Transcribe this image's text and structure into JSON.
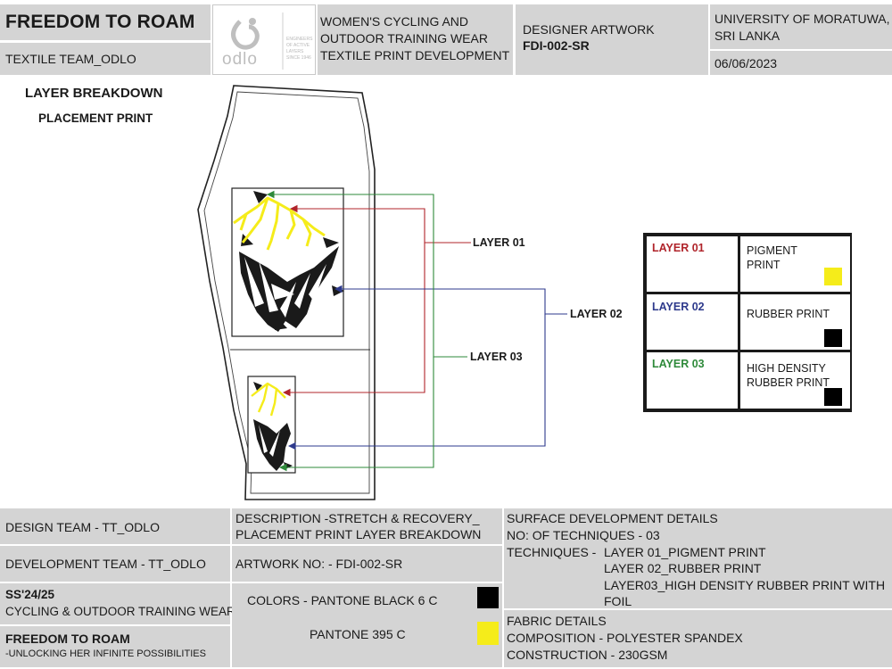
{
  "header": {
    "title": "FREEDOM TO ROAM",
    "team": "TEXTILE TEAM_ODLO",
    "brand_logo": "odlo",
    "brand_tagline": [
      "ENGINEERS",
      "OF ACTIVE",
      "LAYERS",
      "SINCE 1946"
    ],
    "project_lines": [
      "WOMEN'S CYCLING AND",
      "OUTDOOR TRAINING WEAR",
      "TEXTILE PRINT DEVELOPMENT"
    ],
    "doc_type": "DESIGNER ARTWORK",
    "doc_code": "FDI-002-SR",
    "university_lines": [
      "UNIVERSITY OF MORATUWA,",
      "SRI LANKA"
    ],
    "date": "06/06/2023"
  },
  "section": {
    "title": "LAYER BREAKDOWN",
    "subtitle": "PLACEMENT PRINT"
  },
  "callouts": {
    "layer01": "LAYER 01",
    "layer02": "LAYER 02",
    "layer03": "LAYER 03"
  },
  "legend": [
    {
      "layer": "LAYER 01",
      "desc_lines": [
        "PIGMENT",
        "PRINT"
      ],
      "layer_color": "#b0242b",
      "swatch": "#f5ec1a"
    },
    {
      "layer": "LAYER 02",
      "desc_lines": [
        "RUBBER PRINT"
      ],
      "layer_color": "#2e3a8c",
      "swatch": "#000000"
    },
    {
      "layer": "LAYER 03",
      "desc_lines": [
        "HIGH DENSITY",
        "RUBBER PRINT"
      ],
      "layer_color": "#2e8a3a",
      "swatch": "#000000"
    }
  ],
  "footer": {
    "design_team": "DESIGN TEAM - TT_ODLO",
    "development_team": "DEVELOPMENT TEAM - TT_ODLO",
    "season": "SS'24/25",
    "season_desc": "CYCLING & OUTDOOR TRAINING WEAR",
    "collection": "FREEDOM TO ROAM",
    "collection_tagline": "-UNLOCKING HER INFINITE POSSIBILITIES",
    "description_lines": [
      "DESCRIPTION -STRETCH & RECOVERY_",
      "PLACEMENT PRINT LAYER BREAKDOWN"
    ],
    "artwork_no": "ARTWORK NO: - FDI-002-SR",
    "colors_label": "COLORS - PANTONE BLACK 6 C",
    "pantone_2": "PANTONE 395 C",
    "color_swatches": [
      "#000000",
      "#f5ec1a"
    ],
    "surface_title": "SURFACE DEVELOPMENT DETAILS",
    "techniques_count": "NO: OF TECHNIQUES - 03",
    "techniques_label": "TECHNIQUES -",
    "techniques": [
      "LAYER 01_PIGMENT PRINT",
      "LAYER 02_RUBBER PRINT",
      "LAYER03_HIGH DENSITY RUBBER PRINT WITH",
      "FOIL"
    ],
    "fabric_title": "FABRIC DETAILS",
    "composition": "COMPOSITION - POLYESTER SPANDEX",
    "construction": "CONSTRUCTION - 230GSM"
  },
  "colors": {
    "panel": "#d4d4d4",
    "layer01_red": "#b0242b",
    "layer02_blue": "#2e3a8c",
    "layer03_green": "#2e8a3a",
    "print_yellow": "#f5ec1a"
  }
}
